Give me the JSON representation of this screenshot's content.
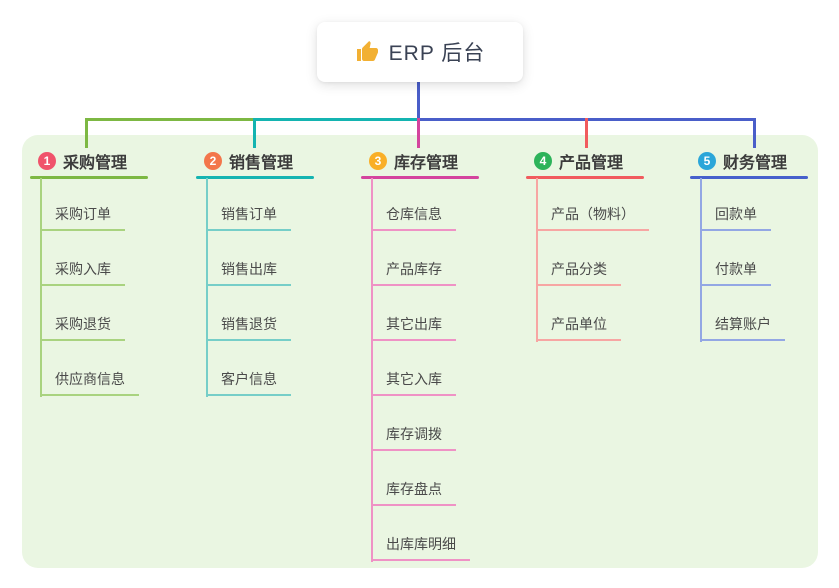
{
  "root": {
    "title": "ERP 后台",
    "icon": "thumbs-up-icon",
    "icon_color": "#f2b033"
  },
  "colors": {
    "canvas_bg": "#ffffff",
    "panel_bg": "#eaf6e2",
    "connector_root": "#4a5ec9",
    "connector_green": "#7db843",
    "connector_teal": "#14b4b1",
    "connector_blue": "#4a5ec9",
    "connector_magenta": "#d4449e",
    "connector_red": "#f15b5e"
  },
  "branches": [
    {
      "number": "1",
      "label": "采购管理",
      "badge_color": "#f0536b",
      "line_color": "#7db843",
      "item_line_color": "#a9d37f",
      "items": [
        "采购订单",
        "采购入库",
        "采购退货",
        "供应商信息"
      ]
    },
    {
      "number": "2",
      "label": "销售管理",
      "badge_color": "#f3764b",
      "line_color": "#14b4b1",
      "item_line_color": "#76cec8",
      "items": [
        "销售订单",
        "销售出库",
        "销售退货",
        "客户信息"
      ]
    },
    {
      "number": "3",
      "label": "库存管理",
      "badge_color": "#f9af27",
      "line_color": "#d4449e",
      "item_line_color": "#ef92c5",
      "items": [
        "仓库信息",
        "产品库存",
        "其它出库",
        "其它入库",
        "库存调拨",
        "库存盘点",
        "出库库明细"
      ]
    },
    {
      "number": "4",
      "label": "产品管理",
      "badge_color": "#2db35a",
      "line_color": "#f15b5e",
      "item_line_color": "#f7a6a3",
      "items": [
        "产品（物料）",
        "产品分类",
        "产品单位"
      ]
    },
    {
      "number": "5",
      "label": "财务管理",
      "badge_color": "#2ba6d9",
      "line_color": "#4660cc",
      "item_line_color": "#93a7e4",
      "items": [
        "回款单",
        "付款单",
        "结算账户"
      ]
    }
  ]
}
